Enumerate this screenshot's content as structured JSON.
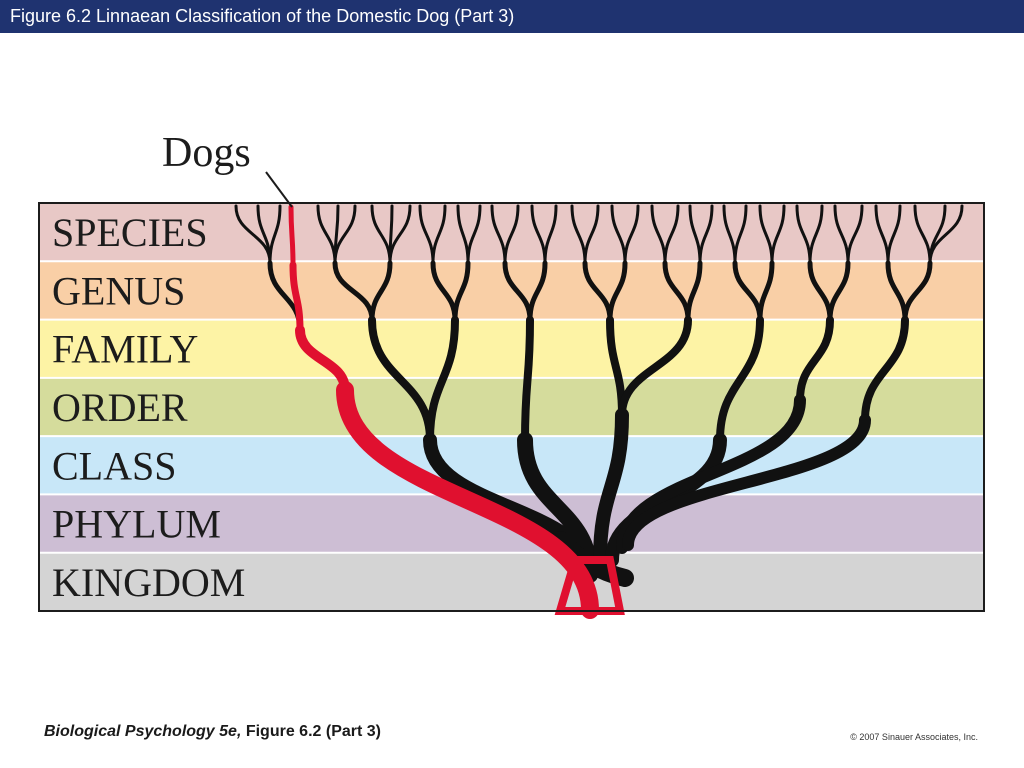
{
  "header": {
    "title": "Figure 6.2  Linnaean Classification of the Domestic Dog (Part 3)"
  },
  "diagram": {
    "pointer_label": "Dogs",
    "ranks": [
      {
        "label": "SPECIES",
        "color": "#e8c8c6"
      },
      {
        "label": "GENUS",
        "color": "#f9cfa6"
      },
      {
        "label": "FAMILY",
        "color": "#fdf3a5"
      },
      {
        "label": "ORDER",
        "color": "#d5dc9c"
      },
      {
        "label": "CLASS",
        "color": "#c8e7f8"
      },
      {
        "label": "PHYLUM",
        "color": "#cdbed4"
      },
      {
        "label": "KINGDOM",
        "color": "#d4d4d4"
      }
    ],
    "branch_color": "#111111",
    "highlight_color": "#e0102f",
    "highlight_lineage": "Dogs"
  },
  "footer": {
    "book_title": "Biological Psychology 5e,",
    "figure_ref": " Figure 6.2 (Part 3)",
    "copyright": "© 2007 Sinauer Associates, Inc."
  }
}
